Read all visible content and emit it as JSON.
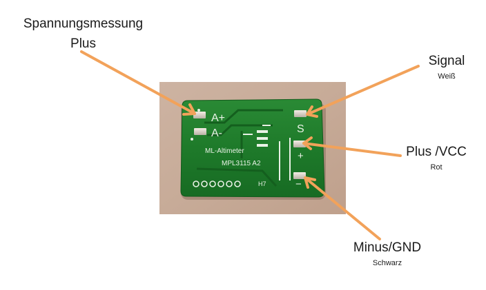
{
  "labels": {
    "spannung": {
      "line1": "Spannungsmessung",
      "line2": "Plus"
    },
    "signal": {
      "main": "Signal",
      "sub": "Weiß"
    },
    "plus": {
      "main": "Plus /VCC",
      "sub": "Rot"
    },
    "minus": {
      "main": "Minus/GND",
      "sub": "Schwarz"
    }
  },
  "board": {
    "name": "ML-Altimeter",
    "chip": "MPL3115 A2",
    "version": "H7",
    "pad_a_plus": "A+",
    "pad_a_minus": "A-",
    "pin_s": "S",
    "pin_plus": "+",
    "pin_minus": "−"
  },
  "colors": {
    "arrow": "#f2a25a",
    "pcb": "#1f7a2c",
    "background_photo": "#c9ad9a"
  }
}
